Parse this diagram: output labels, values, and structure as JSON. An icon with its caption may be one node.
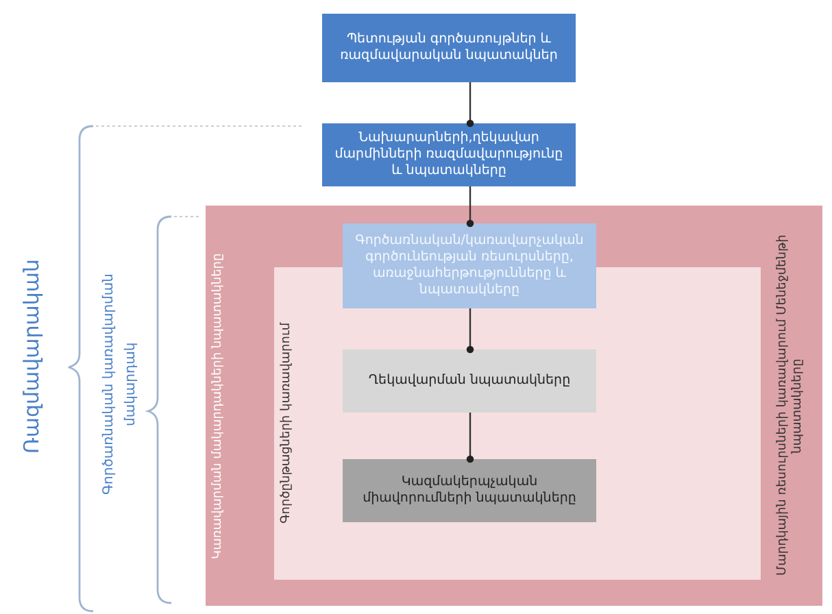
{
  "diagram": {
    "nodes": [
      {
        "text": [
          "Պետության գործառույթներ և ռազմավարական նպատակներ"
        ]
      },
      {
        "text": [
          "Նախարարների,ղեկավար մարմինների ռազմավարությունը և նպատակները"
        ]
      },
      {
        "text": [
          "Կառավարման մակարդակների նպատակները",
          "Մարդկային ռեսուրսների կառավարում Մենեջմենթի նպատակները"
        ]
      },
      {
        "text": [
          "Գործընթացների կառավարում"
        ],
        "in": 2
      },
      {
        "text": [
          "Գործառնական/կառավարչական գործունեության ռեսուրսները, առաջնահերթությունները և նպատակները"
        ],
        "in": 2
      },
      {
        "text": [
          "Ղեկավարման նպատակները"
        ],
        "in": 3
      },
      {
        "text": [
          "Կազմակերպչական միավորումների նպատակները"
        ],
        "in": 3
      }
    ],
    "edges": [
      {
        "from": 0,
        "to": 1,
        "arrow": "other"
      },
      {
        "from": 1,
        "to": 4,
        "arrow": "other"
      },
      {
        "from": 4,
        "to": 5,
        "arrow": "other"
      },
      {
        "from": 5,
        "to": 6,
        "arrow": "other"
      }
    ],
    "labels": [
      "Ռազմավարական",
      "Գործառնական կառավարման",
      "մակարդակ"
    ]
  }
}
